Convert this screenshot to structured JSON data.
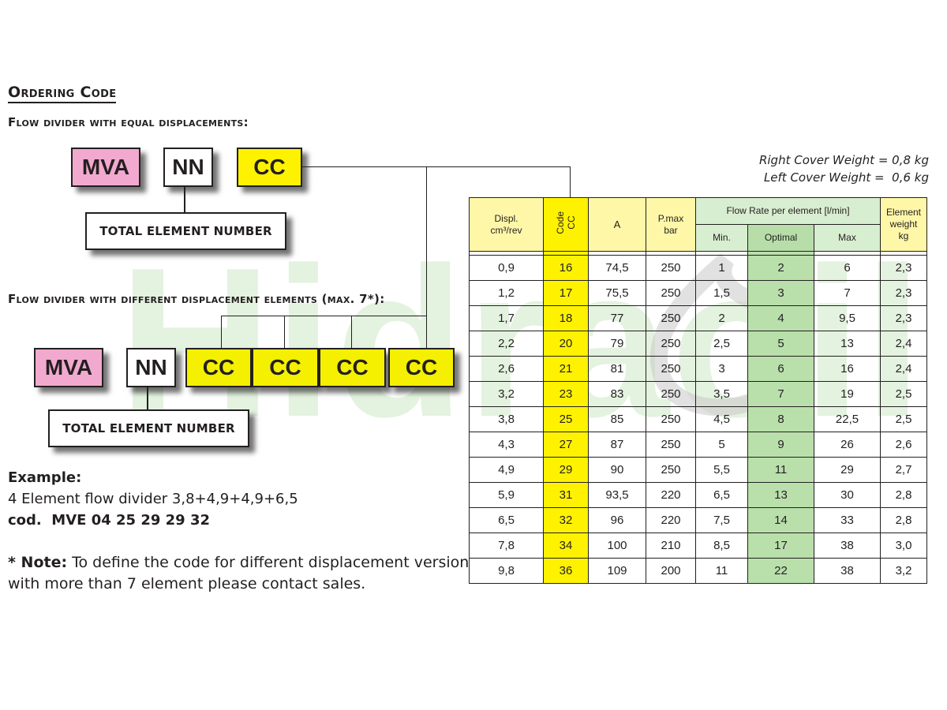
{
  "heading": "Ordering Code",
  "section1": {
    "title": "Flow divider with equal displacements:",
    "boxes": [
      "MVA",
      "NN",
      "CC"
    ],
    "total_label": "TOTAL ELEMENT NUMBER"
  },
  "section2": {
    "title": "Flow divider with different displacement elements (max. 7*):",
    "boxes": [
      "MVA",
      "NN",
      "CC",
      "CC",
      "CC",
      "CC"
    ],
    "total_label": "TOTAL ELEMENT NUMBER"
  },
  "example": {
    "label": "Example:",
    "line1": "4 Element flow divider 3,8+4,9+4,9+6,5",
    "line2": "cod.  MVE 04 25 29 29 32"
  },
  "note": {
    "label": "* Note:",
    "text1": " To define the code for different displacement version",
    "text2": "with more than 7 element please contact sales."
  },
  "weights": {
    "right": "Right Cover Weight = 0,8 kg",
    "left": "Left Cover Weight =  0,6 kg"
  },
  "watermark": "Hidraoil",
  "table": {
    "headers": {
      "displ1": "Displ.",
      "displ2": "cm³/rev",
      "code1": "Code",
      "code2": "CC",
      "a": "A",
      "pmax1": "P.max",
      "pmax2": "bar",
      "flow": "Flow Rate per element [l/min]",
      "min": "Min.",
      "optimal": "Optimal",
      "max": "Max",
      "weight1": "Element",
      "weight2": "weight",
      "weight3": "kg"
    },
    "rows": [
      [
        "0,9",
        "16",
        "74,5",
        "250",
        "1",
        "2",
        "6",
        "2,3"
      ],
      [
        "1,2",
        "17",
        "75,5",
        "250",
        "1,5",
        "3",
        "7",
        "2,3"
      ],
      [
        "1,7",
        "18",
        "77",
        "250",
        "2",
        "4",
        "9,5",
        "2,3"
      ],
      [
        "2,2",
        "20",
        "79",
        "250",
        "2,5",
        "5",
        "13",
        "2,4"
      ],
      [
        "2,6",
        "21",
        "81",
        "250",
        "3",
        "6",
        "16",
        "2,4"
      ],
      [
        "3,2",
        "23",
        "83",
        "250",
        "3,5",
        "7",
        "19",
        "2,5"
      ],
      [
        "3,8",
        "25",
        "85",
        "250",
        "4,5",
        "8",
        "22,5",
        "2,5"
      ],
      [
        "4,3",
        "27",
        "87",
        "250",
        "5",
        "9",
        "26",
        "2,6"
      ],
      [
        "4,9",
        "29",
        "90",
        "250",
        "5,5",
        "11",
        "29",
        "2,7"
      ],
      [
        "5,9",
        "31",
        "93,5",
        "220",
        "6,5",
        "13",
        "30",
        "2,8"
      ],
      [
        "6,5",
        "32",
        "96",
        "220",
        "7,5",
        "14",
        "33",
        "2,8"
      ],
      [
        "7,8",
        "34",
        "100",
        "210",
        "8,5",
        "17",
        "38",
        "3,0"
      ],
      [
        "9,8",
        "36",
        "109",
        "200",
        "11",
        "22",
        "38",
        "3,2"
      ]
    ]
  }
}
